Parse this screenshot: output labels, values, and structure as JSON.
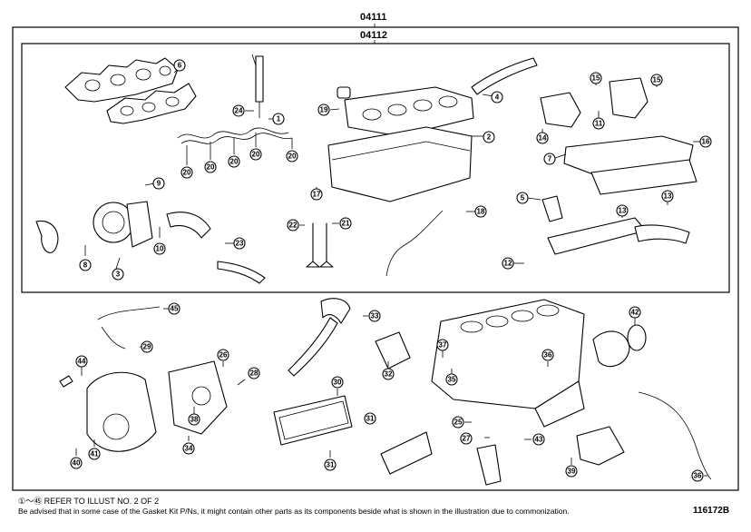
{
  "header": {
    "kit_number_outer": "04111",
    "kit_number_inner": "04112"
  },
  "callout_numbers": [
    "1",
    "2",
    "3",
    "4",
    "5",
    "6",
    "7",
    "8",
    "9",
    "10",
    "11",
    "12",
    "13",
    "14",
    "15",
    "16",
    "17",
    "18",
    "19",
    "20",
    "21",
    "22",
    "23",
    "24",
    "25",
    "26",
    "27",
    "28",
    "29",
    "30",
    "31",
    "32",
    "33",
    "34",
    "35",
    "36",
    "37",
    "38",
    "39",
    "40",
    "41",
    "42",
    "43",
    "44",
    "45"
  ],
  "footer": {
    "note_range": "①～㊺",
    "note_text": "REFER TO ILLUST NO. 2 OF 2",
    "advisory": "Be advised that in some case of the Gasket Kit P/Ns,  it might contain other parts as its components beside what is shown in the illustration due to commonization.",
    "illustration_id": "116172B"
  }
}
